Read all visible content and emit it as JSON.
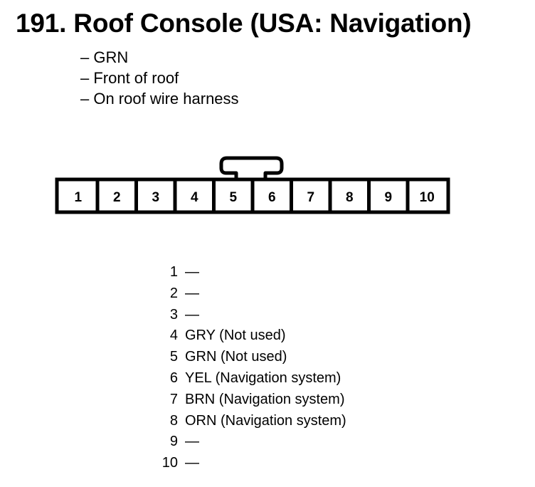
{
  "title": "191. Roof Console (USA: Navigation)",
  "notes": [
    "– GRN",
    "– Front of roof",
    "– On roof wire harness"
  ],
  "connector": {
    "terminals": [
      "1",
      "2",
      "3",
      "4",
      "5",
      "6",
      "7",
      "8",
      "9",
      "10"
    ]
  },
  "pins": [
    {
      "num": "1",
      "desc": "—"
    },
    {
      "num": "2",
      "desc": "—"
    },
    {
      "num": "3",
      "desc": "—"
    },
    {
      "num": "4",
      "desc": "GRY (Not used)"
    },
    {
      "num": "5",
      "desc": "GRN (Not used)"
    },
    {
      "num": "6",
      "desc": "YEL (Navigation system)"
    },
    {
      "num": "7",
      "desc": "BRN (Navigation system)"
    },
    {
      "num": "8",
      "desc": "ORN (Navigation system)"
    },
    {
      "num": "9",
      "desc": "—"
    },
    {
      "num": "10",
      "desc": "—"
    }
  ]
}
